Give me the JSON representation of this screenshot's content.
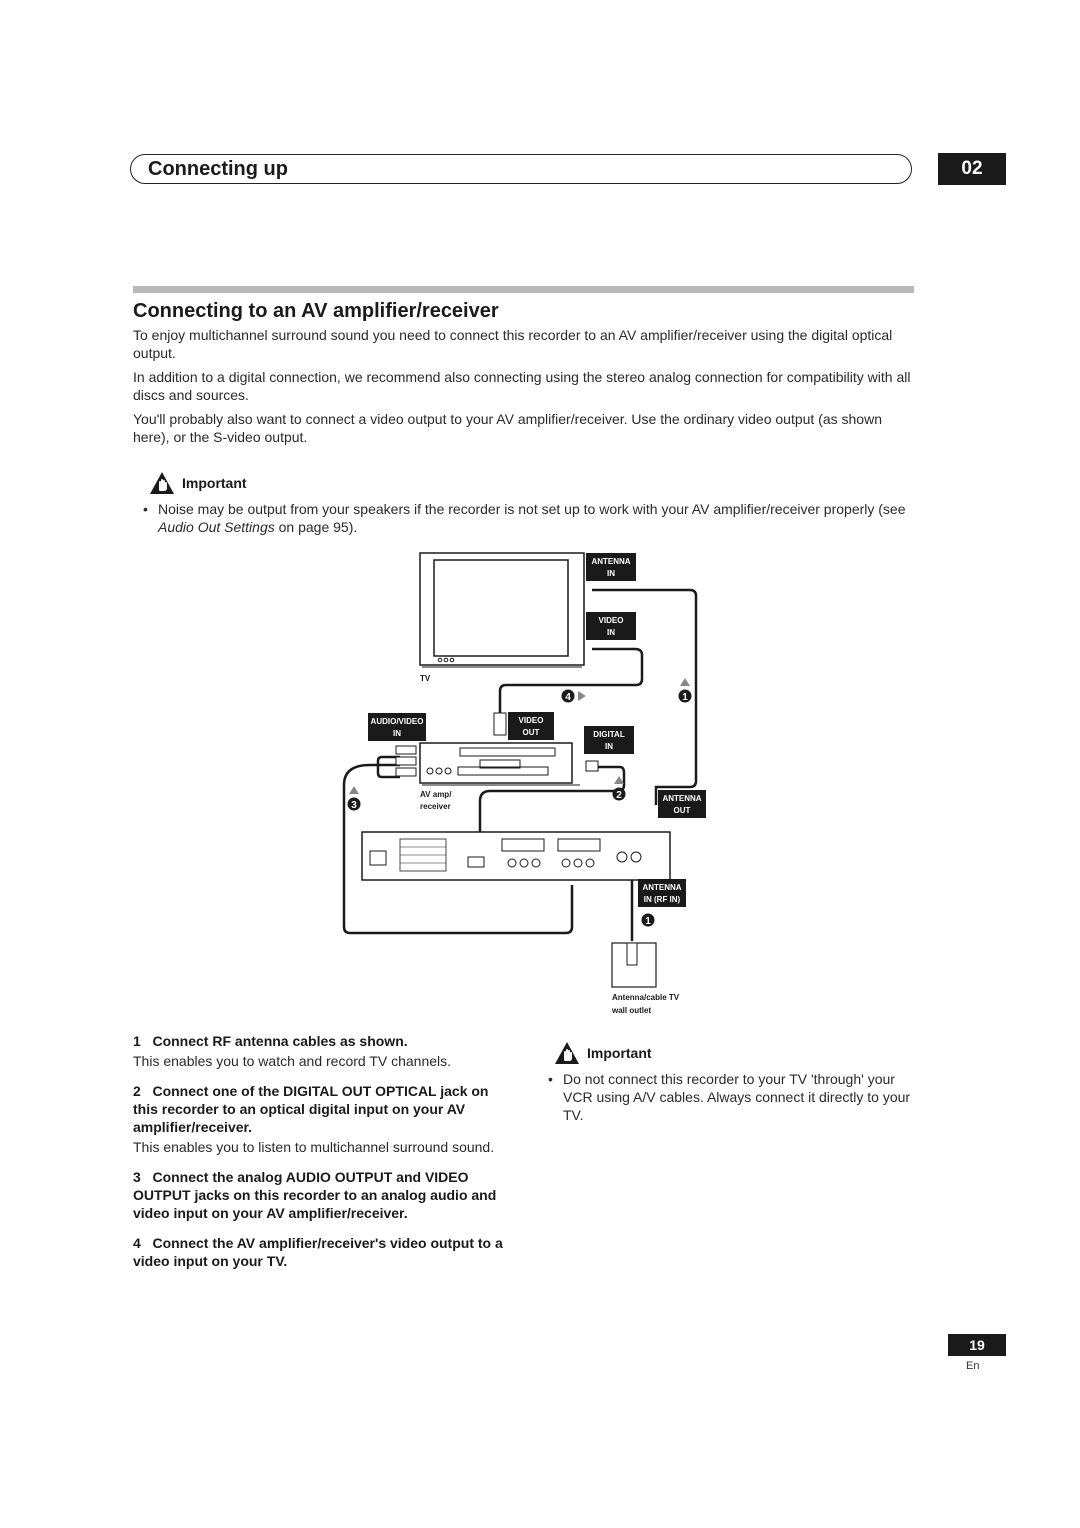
{
  "header": {
    "chapter_title": "Connecting up",
    "chapter_number": "02"
  },
  "section": {
    "title": "Connecting to an AV amplifier/receiver",
    "intro": [
      "To enjoy multichannel surround sound you need to connect this recorder to an AV amplifier/receiver using the digital optical output.",
      "In addition to a digital connection, we recommend also connecting using the stereo analog connection for compatibility with all discs and sources.",
      "You'll probably also want to connect a video output to your AV amplifier/receiver. Use the ordinary video output (as shown here), or the S-video output."
    ]
  },
  "important_1": {
    "label": "Important",
    "bullet_before": "Noise may be output from your speakers if the recorder is not set up to work with your AV amplifier/receiver properly (see ",
    "bullet_italic": "Audio Out Settings",
    "bullet_after": " on page 95)."
  },
  "diagram": {
    "labels": {
      "antenna_in": [
        "ANTENNA",
        "IN"
      ],
      "video_in": [
        "VIDEO",
        "IN"
      ],
      "tv": "TV",
      "audio_video_in": [
        "AUDIO/VIDEO",
        "IN"
      ],
      "video_out": [
        "VIDEO",
        "OUT"
      ],
      "digital_in": [
        "DIGITAL",
        "IN"
      ],
      "av_amp": [
        "AV amp/",
        "receiver"
      ],
      "antenna_out": [
        "ANTENNA",
        "OUT"
      ],
      "antenna_in_rf": [
        "ANTENNA",
        "IN (RF IN)"
      ],
      "wall_outlet": [
        "Antenna/cable TV",
        "wall outlet"
      ]
    },
    "markers": [
      "1",
      "2",
      "3",
      "4"
    ]
  },
  "steps": [
    {
      "number": "1",
      "heading": "Connect RF antenna cables as shown.",
      "description": "This enables you to watch and record TV channels."
    },
    {
      "number": "2",
      "heading": "Connect one of the DIGITAL OUT OPTICAL jack on this recorder to an optical digital input on your AV amplifier/receiver.",
      "description": "This enables you to listen to multichannel surround sound."
    },
    {
      "number": "3",
      "heading": "Connect the analog AUDIO OUTPUT and VIDEO OUTPUT jacks on this recorder to an analog audio and video input on your AV amplifier/receiver.",
      "description": ""
    },
    {
      "number": "4",
      "heading": "Connect the AV amplifier/receiver's video output to a video input on your TV.",
      "description": ""
    }
  ],
  "important_2": {
    "label": "Important",
    "bullet": "Do not connect this recorder to your TV 'through' your VCR using A/V cables. Always connect it directly to your TV."
  },
  "footer": {
    "page_number": "19",
    "language": "En"
  }
}
